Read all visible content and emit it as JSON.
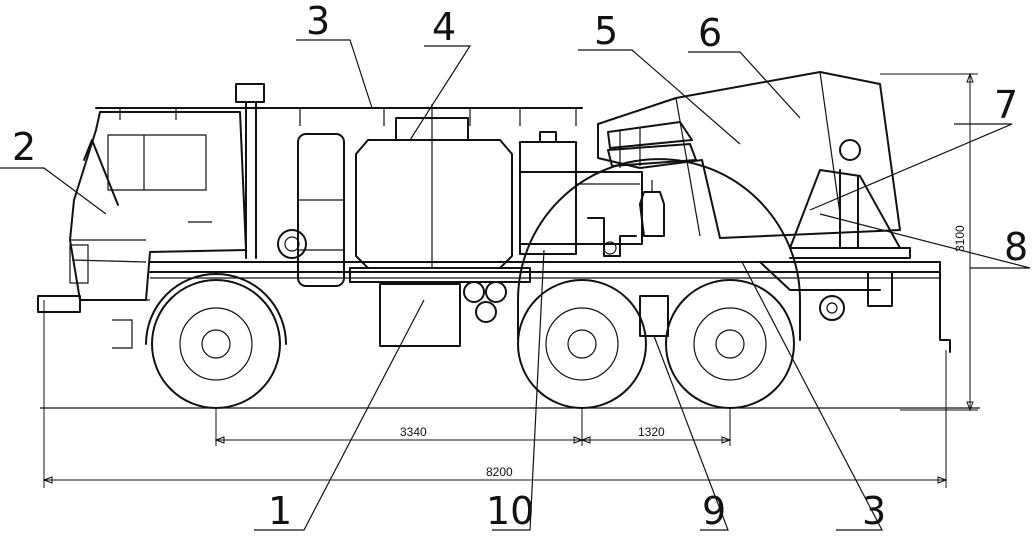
{
  "callouts": {
    "c1": "1",
    "c2": "2",
    "c3_top": "3",
    "c3_bottom": "3",
    "c4": "4",
    "c5": "5",
    "c6": "6",
    "c7": "7",
    "c8": "8",
    "c9": "9",
    "c10": "10"
  },
  "dimensions": {
    "wheelbase_front": "3340",
    "wheelbase_rear": "1320",
    "overall_length": "8200",
    "overall_height": "3100"
  }
}
